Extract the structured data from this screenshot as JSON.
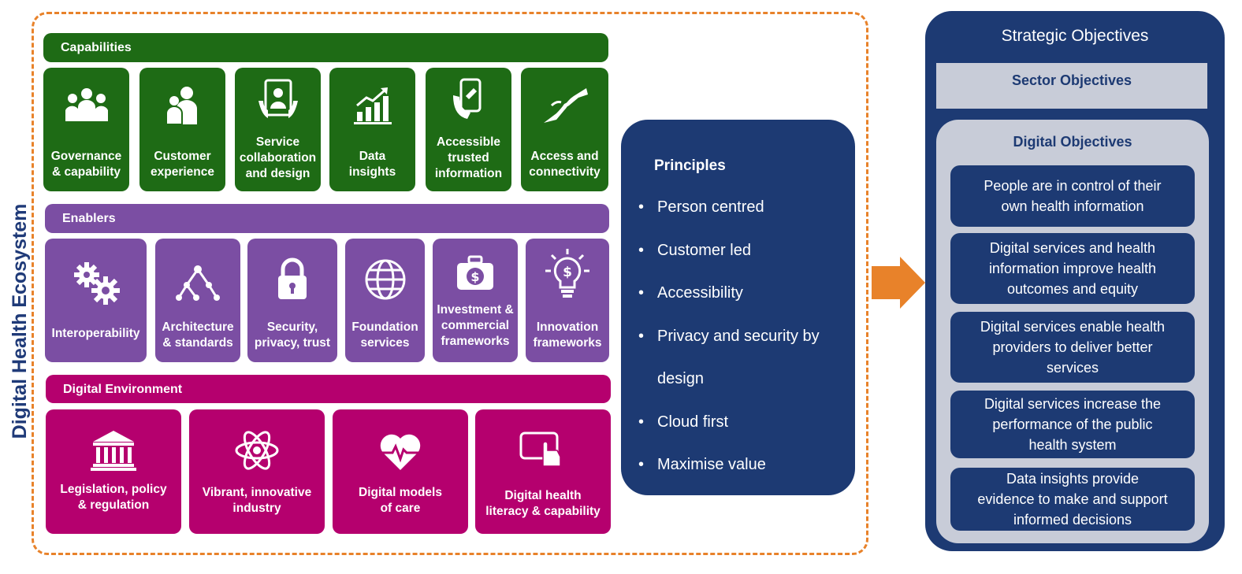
{
  "ecosystem": {
    "label": "Digital Health Ecosystem"
  },
  "capabilities": {
    "title": "Capabilities",
    "items": [
      {
        "label": "Governance\n& capability",
        "icon": "people-group-icon"
      },
      {
        "label": "Customer\nexperience",
        "icon": "customer-icon"
      },
      {
        "label": "Service\ncollaboration\nand design",
        "icon": "tablet-person-icon"
      },
      {
        "label": "Data\ninsights",
        "icon": "bar-chart-icon"
      },
      {
        "label": "Accessible\ntrusted\ninformation",
        "icon": "phone-in-hand-icon"
      },
      {
        "label": "Access and\nconnectivity",
        "icon": "reaching-hands-icon"
      }
    ]
  },
  "enablers": {
    "title": "Enablers",
    "items": [
      {
        "label": "Interoperability",
        "icon": "gears-icon"
      },
      {
        "label": "Architecture\n& standards",
        "icon": "network-nodes-icon"
      },
      {
        "label": "Security,\nprivacy, trust",
        "icon": "padlock-icon"
      },
      {
        "label": "Foundation\nservices",
        "icon": "globe-icon"
      },
      {
        "label": "Investment &\ncommercial\nframeworks",
        "icon": "money-briefcase-icon"
      },
      {
        "label": "Innovation\nframeworks",
        "icon": "lightbulb-dollar-icon"
      }
    ]
  },
  "environment": {
    "title": "Digital Environment",
    "items": [
      {
        "label": "Legislation, policy\n& regulation",
        "icon": "parliament-building-icon"
      },
      {
        "label": "Vibrant, innovative\nindustry",
        "icon": "atom-icon"
      },
      {
        "label": "Digital models\nof care",
        "icon": "heart-pulse-icon"
      },
      {
        "label": "Digital health\nliteracy & capability",
        "icon": "tablet-touch-icon"
      }
    ]
  },
  "principles": {
    "title": "Principles",
    "items": [
      "Person centred",
      "Customer led",
      "Accessibility",
      "Privacy and security by",
      "design",
      "Cloud first",
      "Maximise value"
    ]
  },
  "strategic": {
    "title": "Strategic Objectives",
    "sector": "Sector Objectives",
    "digital_title": "Digital Objectives",
    "objectives": [
      "People are in control of their\nown health information",
      "Digital services and health\ninformation improve health\noutcomes and equity",
      "Digital services enable health\nproviders to deliver better\nservices",
      "Digital services increase the\nperformance of the public\nhealth system",
      "Data insights provide\nevidence to make and support\ninformed decisions"
    ]
  },
  "colors": {
    "capabilities": "#1e6b15",
    "enablers": "#7b4ea3",
    "environment": "#b5006e",
    "navy": "#1d3a73",
    "orange": "#e8822a",
    "light_grey": "#c8ccd8"
  }
}
